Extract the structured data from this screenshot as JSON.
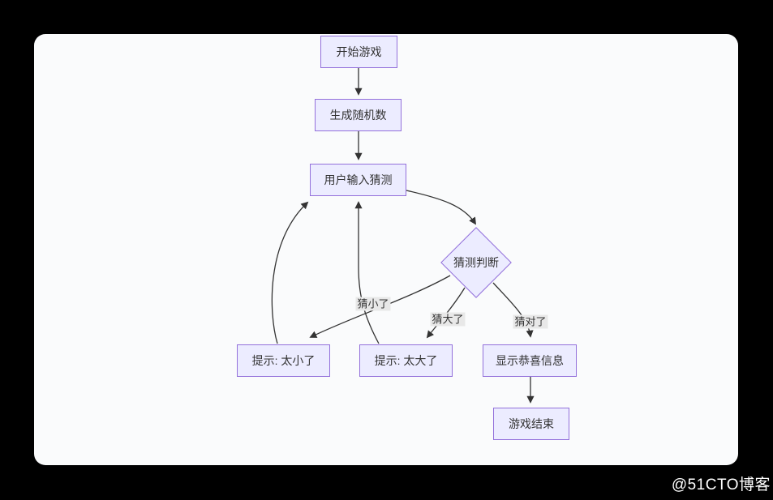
{
  "watermark": {
    "text": "@51CTO博客",
    "color": "#ffffff"
  },
  "diagram": {
    "type": "flowchart",
    "direction": "top-down",
    "nodes": [
      {
        "id": "start",
        "shape": "rect",
        "label": "开始游戏"
      },
      {
        "id": "generate",
        "shape": "rect",
        "label": "生成随机数"
      },
      {
        "id": "input",
        "shape": "rect",
        "label": "用户输入猜测"
      },
      {
        "id": "judge",
        "shape": "diamond",
        "label": "猜测判断"
      },
      {
        "id": "too_small",
        "shape": "rect",
        "label": "提示: 太小了"
      },
      {
        "id": "too_big",
        "shape": "rect",
        "label": "提示: 太大了"
      },
      {
        "id": "congrats",
        "shape": "rect",
        "label": "显示恭喜信息"
      },
      {
        "id": "end",
        "shape": "rect",
        "label": "游戏结束"
      }
    ],
    "edges": [
      {
        "from": "start",
        "to": "generate",
        "label": ""
      },
      {
        "from": "generate",
        "to": "input",
        "label": ""
      },
      {
        "from": "input",
        "to": "judge",
        "label": ""
      },
      {
        "from": "judge",
        "to": "too_small",
        "label": "猜小了"
      },
      {
        "from": "judge",
        "to": "too_big",
        "label": "猜大了"
      },
      {
        "from": "judge",
        "to": "congrats",
        "label": "猜对了"
      },
      {
        "from": "too_small",
        "to": "input",
        "label": ""
      },
      {
        "from": "too_big",
        "to": "input",
        "label": ""
      },
      {
        "from": "congrats",
        "to": "end",
        "label": ""
      }
    ],
    "colors": {
      "node_fill": "#ECECFF",
      "node_border": "#9370DB",
      "edge_line": "#333333",
      "edge_label_bg": "#e8e8e8",
      "canvas_bg": "#fafbfc",
      "page_bg": "#000000",
      "text": "#333333"
    }
  }
}
